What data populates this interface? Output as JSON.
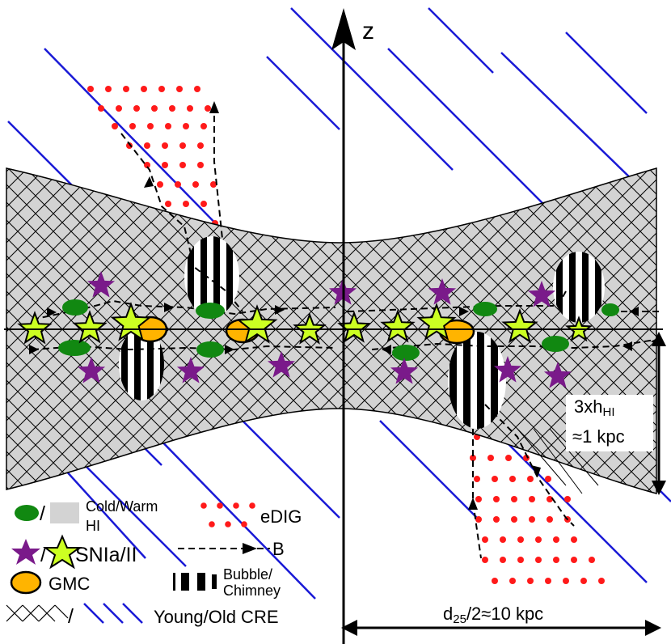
{
  "axis": {
    "vertical_label": "z",
    "width_label_main": "d",
    "width_label_sub": "25",
    "width_label_rest": "/2≈10 kpc",
    "height_label_line1_main": "3xh",
    "height_label_line1_sub": "HI",
    "height_label_line2": "≈1 kpc"
  },
  "legend": {
    "hi": {
      "line1": "Cold/Warm",
      "line2": "HI",
      "separator": "/"
    },
    "sn": {
      "label": "SNIa/II",
      "separator": "/"
    },
    "gmc": {
      "label": "GMC"
    },
    "cre": {
      "label": "Young/Old CRE",
      "separator": "/"
    },
    "edig": {
      "label": "eDIG"
    },
    "field": {
      "label": "B"
    },
    "bubble": {
      "line1": "Bubble/",
      "line2": "Chimney"
    }
  },
  "colors": {
    "disk_fill": "#d3d3d3",
    "crosshatch": "#000000",
    "old_cre": "#1a1ad6",
    "edig": "#ff1a1a",
    "cold_hi": "#118811",
    "snia": "#7a1a8a",
    "snii": "#ccff22",
    "gmc": "#ffb400"
  }
}
